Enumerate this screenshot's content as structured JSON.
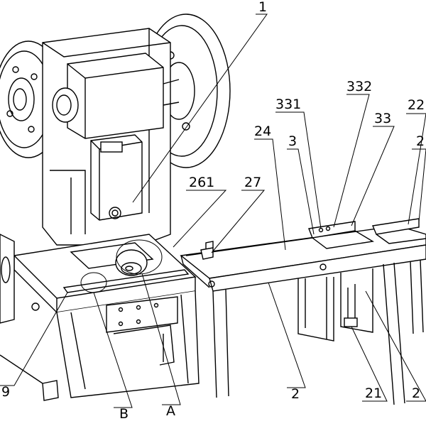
{
  "labels": {
    "l1": "1",
    "l332": "332",
    "l331": "331",
    "l33": "33",
    "l22": "22",
    "l24": "24",
    "l3": "3",
    "l2r": "2",
    "l261": "261",
    "l27": "27",
    "l2": "2",
    "l21": "21",
    "l2b": "2",
    "l9": "9",
    "lB": "B",
    "lA": "A"
  }
}
